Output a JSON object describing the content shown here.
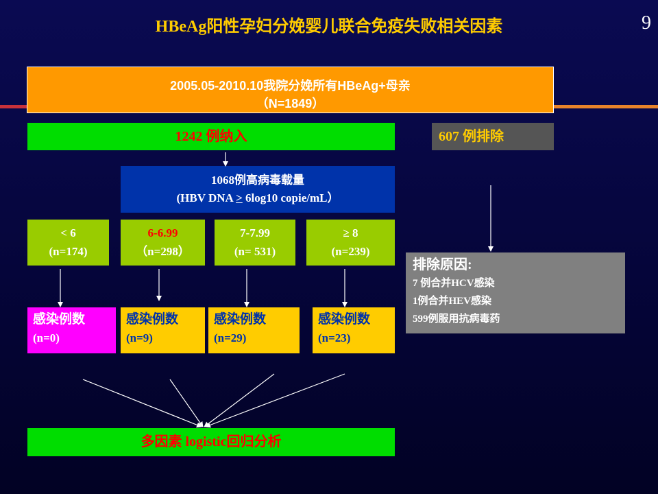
{
  "title": "HBeAg阳性孕妇分娩婴儿联合免疫失败相关因素",
  "page_number": "9",
  "source": {
    "line1": "2005.05-2010.10我院分娩所有HBeAg+母亲",
    "line2": "（N=1849）"
  },
  "included": "1242 例纳入",
  "excluded": "607 例排除",
  "high_viral_load": {
    "line1": "1068例高病毒载量",
    "line2_prefix": "(HBV DNA ",
    "line2_sym": ">",
    "line2_suffix": " 6log10 copie/mL）"
  },
  "groups": [
    {
      "range": "< 6",
      "n": "(n=174)"
    },
    {
      "range": "6-6.99",
      "n": "（n=298）"
    },
    {
      "range": "7-7.99",
      "n": "(n= 531)"
    },
    {
      "range": "≥ 8",
      "n": "(n=239)"
    }
  ],
  "infections": [
    {
      "label": "感染例数",
      "n": "(n=0)"
    },
    {
      "label": "感染例数",
      "n": "(n=9)"
    },
    {
      "label": "感染例数",
      "n": "(n=29)"
    },
    {
      "label": "感染例数",
      "n": "(n=23)"
    }
  ],
  "reasons": {
    "heading": "排除原因:",
    "items": [
      "7 例合并HCV感染",
      "1例合并HEV感染",
      "599例服用抗病毒药"
    ]
  },
  "analysis": "多因素 logistic回归分析",
  "colors": {
    "background": "#0a0a52",
    "title": "#ffcc00",
    "source_box": "#ff9900",
    "green_box": "#00dd00",
    "group_box": "#99cc00",
    "infection_box": "#ffcc00",
    "zero_infection_box": "#ff00ff",
    "high_load_box": "#0033aa",
    "excluded_box": "#555555",
    "reasons_box": "#808080"
  }
}
